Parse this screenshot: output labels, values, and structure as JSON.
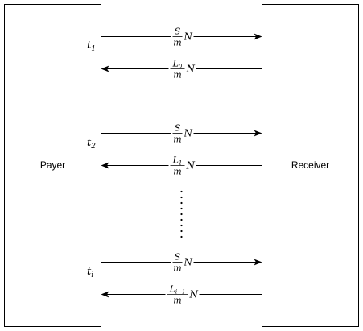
{
  "entities": {
    "payer": "Payer",
    "receiver": "Receiver"
  },
  "times": [
    {
      "var": "t",
      "sub": "1"
    },
    {
      "var": "t",
      "sub": "2"
    },
    {
      "var": "t",
      "sub": "i"
    }
  ],
  "messages": [
    {
      "direction": "payer-to-receiver",
      "numerator": "S",
      "numerator_sub": "",
      "denominator": "m",
      "suffix": "N"
    },
    {
      "direction": "receiver-to-payer",
      "numerator": "L",
      "numerator_sub": "0",
      "denominator": "m",
      "suffix": "N"
    },
    {
      "direction": "payer-to-receiver",
      "numerator": "S",
      "numerator_sub": "",
      "denominator": "m",
      "suffix": "N"
    },
    {
      "direction": "receiver-to-payer",
      "numerator": "L",
      "numerator_sub": "1",
      "denominator": "m",
      "suffix": "N"
    },
    {
      "direction": "payer-to-receiver",
      "numerator": "S",
      "numerator_sub": "",
      "denominator": "m",
      "suffix": "N"
    },
    {
      "direction": "receiver-to-payer",
      "numerator": "L",
      "numerator_sub": "i−1",
      "denominator": "m",
      "suffix": "N"
    }
  ],
  "colors": {
    "stroke": "#000000",
    "background": "#ffffff"
  }
}
